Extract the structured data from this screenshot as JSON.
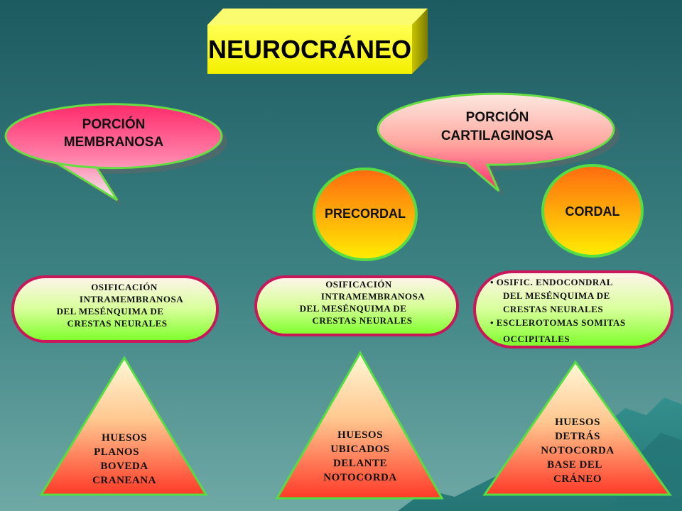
{
  "title": "NEUROCRÁNEO",
  "bubbles": {
    "membranosa": [
      "PORCIÓN",
      "MEMBRANOSA"
    ],
    "cartilaginosa": [
      "PORCIÓN",
      "CARTILAGINOSA"
    ]
  },
  "circles": {
    "precordal": "PRECORDAL",
    "cordal": "CORDAL"
  },
  "pills": {
    "left": [
      "OSIFICACIÓN",
      "INTRAMEMBRANOSA",
      "DEL MESÉNQUIMA DE",
      "CRESTAS NEURALES"
    ],
    "middle": [
      "OSIFICACIÓN",
      "INTRAMEMBRANOSA",
      "DEL MESÉNQUIMA DE",
      "CRESTAS NEURALES"
    ],
    "right": [
      "• OSIFIC. ENDOCONDRAL",
      "DEL MESÉNQUIMA DE",
      "CRESTAS NEURALES",
      "• ESCLEROTOMAS SOMITAS",
      "OCCIPITALES"
    ]
  },
  "triangles": {
    "left": [
      "HUESOS",
      "PLANOS",
      "BOVEDA",
      "CRANEANA"
    ],
    "middle": [
      "HUESOS",
      "UBICADOS",
      "DELANTE",
      "NOTOCORDA"
    ],
    "right": [
      "HUESOS",
      "DETRÁS",
      "NOTOCORDA",
      "BASE DEL",
      "CRÁNEO"
    ]
  },
  "colors": {
    "background_top": "#1f5e62",
    "background_bottom": "#6aa6a3",
    "title_box": "#ffff33",
    "outline_green": "#55dd44",
    "pill_border": "#c8185a",
    "orange": "#ff7a10"
  }
}
